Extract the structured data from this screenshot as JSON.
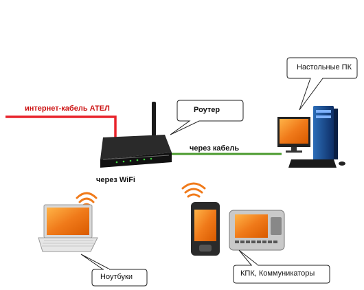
{
  "labels": {
    "internet_cable": "интернет-кабель АТЕЛ",
    "via_cable": "через кабель",
    "via_wifi": "через  WiFi"
  },
  "callouts": {
    "router": "Роутер",
    "desktop": "Настольные ПК",
    "laptops": "Ноутбуки",
    "pda": "КПК, Коммуникаторы"
  },
  "colors": {
    "internet_line": "#e8232b",
    "lan_line": "#4a9a2c",
    "wifi_waves": "#f07a1a",
    "screen": "#f08a18"
  }
}
